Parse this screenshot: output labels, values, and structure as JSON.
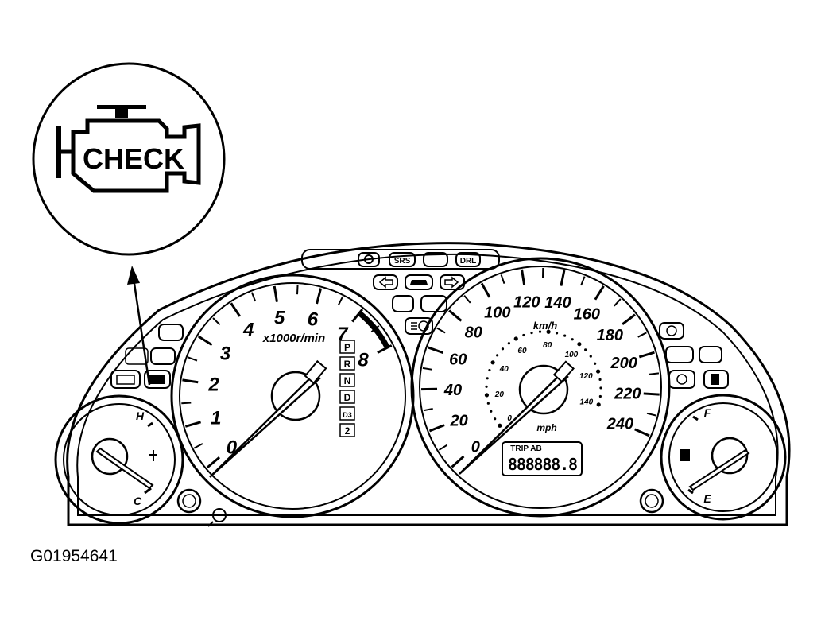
{
  "callout": {
    "check_label": "CHECK"
  },
  "indicators": {
    "top_row": [
      "SRS",
      "DRL"
    ],
    "trip_label": "TRIP AB",
    "odometer": "888888.8"
  },
  "tachometer": {
    "labels": [
      "0",
      "1",
      "2",
      "3",
      "4",
      "5",
      "6",
      "7",
      "8"
    ],
    "unit": "x1000r/min",
    "gears": [
      "P",
      "R",
      "N",
      "D",
      "D3",
      "2"
    ]
  },
  "speedometer": {
    "kmh_labels": [
      "0",
      "20",
      "40",
      "60",
      "80",
      "100",
      "120",
      "140",
      "160",
      "180",
      "200",
      "220",
      "240"
    ],
    "kmh_unit": "km/h",
    "mph_labels": [
      "0",
      "20",
      "40",
      "60",
      "80",
      "100",
      "120",
      "140"
    ],
    "mph_unit": "mph"
  },
  "temp_gauge": {
    "hot": "H",
    "cold": "C"
  },
  "fuel_gauge": {
    "full": "F",
    "empty": "E"
  },
  "caption": "G01954641",
  "icons": [
    "check-engine-icon",
    "battery-icon",
    "oil-pressure-icon",
    "turn-left-icon",
    "turn-right-icon",
    "door-open-icon",
    "headlight-icon",
    "fuel-pump-icon",
    "trip-reset-icon"
  ]
}
